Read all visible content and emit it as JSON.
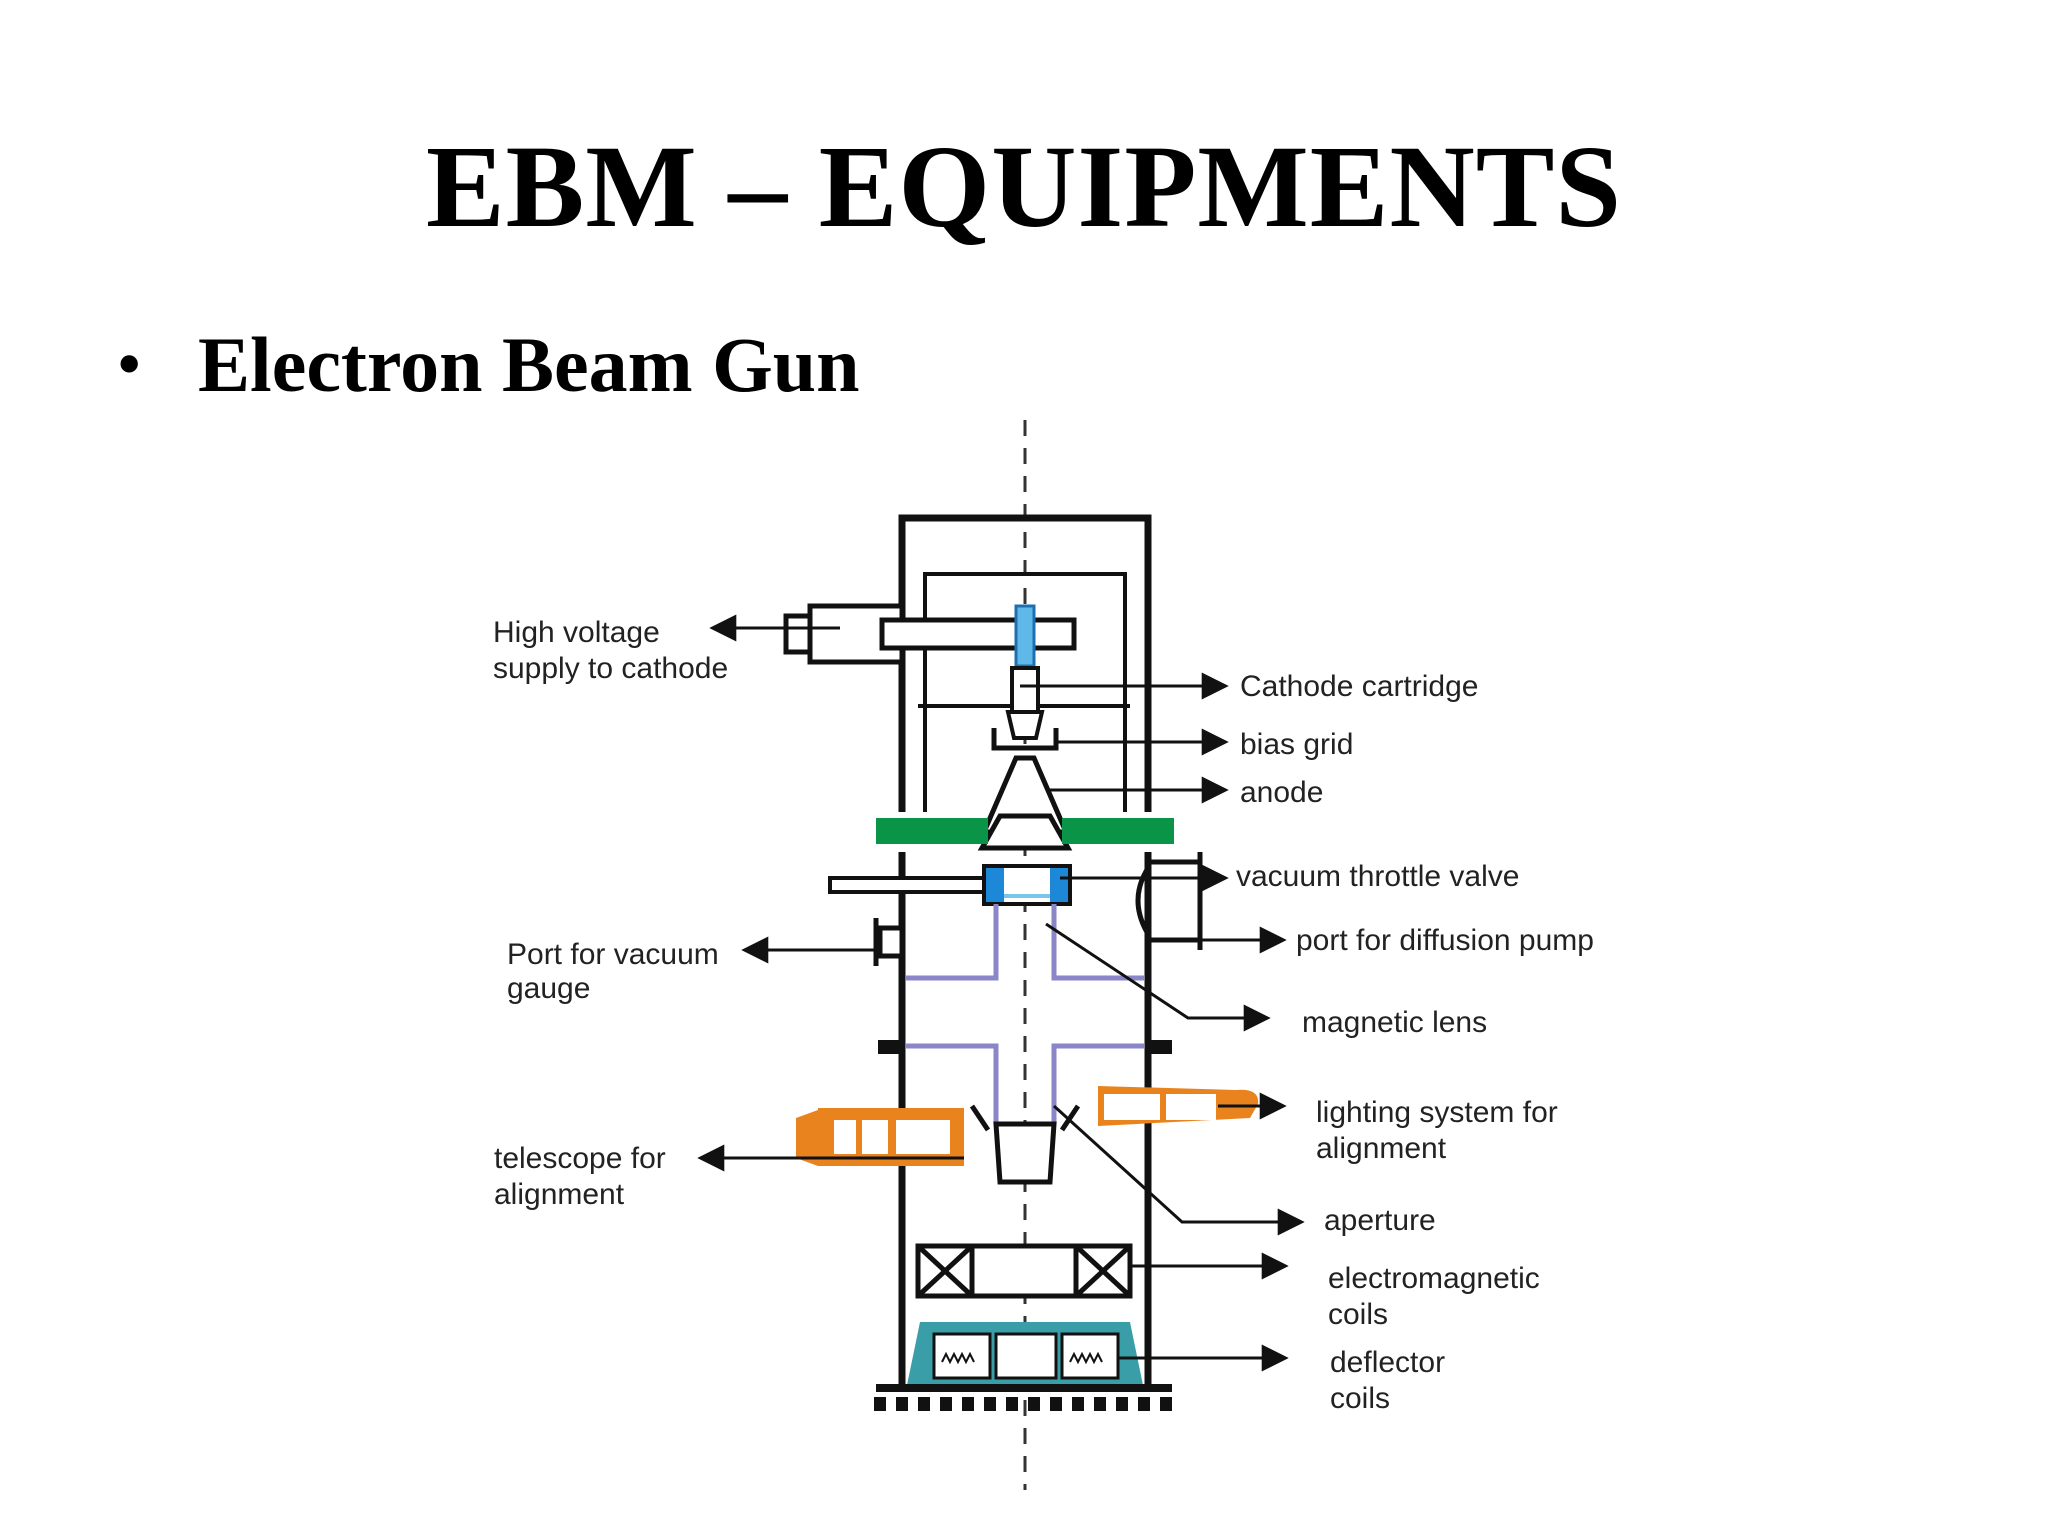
{
  "slide": {
    "title": "EBM – EQUIPMENTS",
    "bullet": "Electron Beam Gun"
  },
  "diagram": {
    "labels": {
      "high_voltage_1": "High voltage",
      "high_voltage_2": "supply to cathode",
      "cathode_cartridge": "Cathode cartridge",
      "bias_grid": "bias grid",
      "anode": "anode",
      "vacuum_throttle_valve": "vacuum throttle valve",
      "port_vacuum_gauge_1": "Port for vacuum",
      "port_vacuum_gauge_2": "gauge",
      "port_diffusion_pump": "port for diffusion pump",
      "magnetic_lens": "magnetic lens",
      "telescope_1": "telescope for",
      "telescope_2": "alignment",
      "lighting_1": "lighting system for",
      "lighting_2": "alignment",
      "aperture": "aperture",
      "em_coils_1": "electromagnetic",
      "em_coils_2": "coils",
      "deflector_1": "deflector",
      "deflector_2": "coils"
    },
    "colors": {
      "outline": "#111111",
      "green_flange": "#0a9447",
      "blue_valve": "#1e88d8",
      "purple_lens": "#8a86c8",
      "orange_optics": "#e8831e",
      "teal_base": "#3a9ea8"
    }
  }
}
